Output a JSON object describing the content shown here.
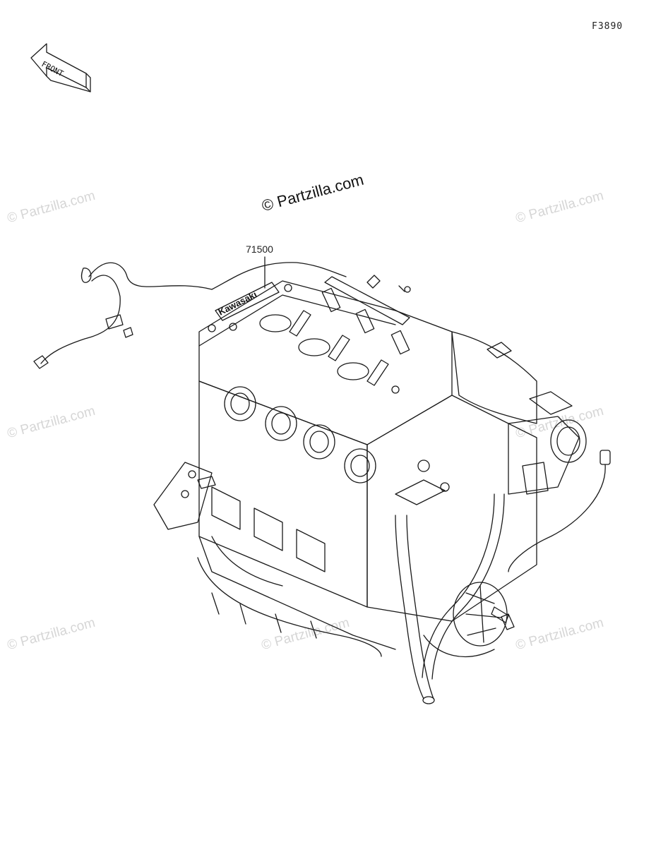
{
  "figure": {
    "code": "F3890"
  },
  "front_arrow": {
    "label": "FRONT"
  },
  "parts": [
    {
      "number": "71500"
    }
  ],
  "engine": {
    "brand_text": "Kawasaki"
  },
  "watermark": {
    "text": "© Partzilla.com"
  },
  "colors": {
    "line": "#1a1a1a",
    "watermark": "#d6d6d6",
    "background": "#ffffff"
  }
}
